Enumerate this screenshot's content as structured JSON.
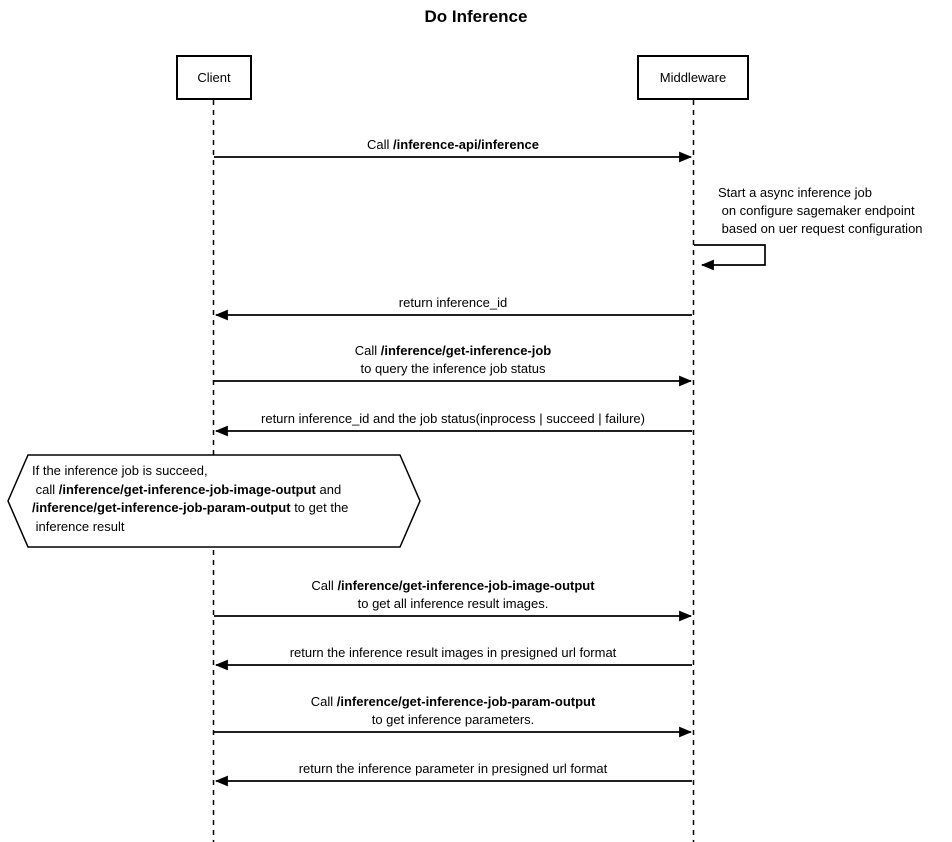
{
  "title": "Do Inference",
  "participants": {
    "client": "Client",
    "middleware": "Middleware"
  },
  "labels": {
    "m1": [
      [
        {
          "t": "Call "
        },
        {
          "t": "/inference-api/inference",
          "b": true
        }
      ]
    ],
    "self_note": [
      [
        {
          "t": "Start a async inference job"
        }
      ],
      [
        {
          "t": " on configure sagemaker endpoint"
        }
      ],
      [
        {
          "t": " based on uer request configuration"
        }
      ]
    ],
    "m2": [
      [
        {
          "t": "return inference_id"
        }
      ]
    ],
    "m3": [
      [
        {
          "t": "Call "
        },
        {
          "t": "/inference/get-inference-job",
          "b": true
        }
      ],
      [
        {
          "t": "to query the inference job status"
        }
      ]
    ],
    "m4": [
      [
        {
          "t": "return inference_id and the job status(inprocess | succeed | failure)"
        }
      ]
    ],
    "hex_note": [
      [
        {
          "t": "If the inference job is succeed,"
        }
      ],
      [
        {
          "t": " call "
        },
        {
          "t": "/inference/get-inference-job-image-output",
          "b": true
        },
        {
          "t": " and"
        }
      ],
      [
        {
          "t": "/inference/get-inference-job-param-output",
          "b": true
        },
        {
          "t": " to get the"
        }
      ],
      [
        {
          "t": " inference result"
        }
      ]
    ],
    "m5": [
      [
        {
          "t": "Call "
        },
        {
          "t": "/inference/get-inference-job-image-output",
          "b": true
        }
      ],
      [
        {
          "t": "to get all inference result images."
        }
      ]
    ],
    "m6": [
      [
        {
          "t": "return the inference result images in presigned url format"
        }
      ]
    ],
    "m7": [
      [
        {
          "t": "Call "
        },
        {
          "t": "/inference/get-inference-job-param-output",
          "b": true
        }
      ],
      [
        {
          "t": "to get inference parameters."
        }
      ]
    ],
    "m8": [
      [
        {
          "t": "return the inference parameter in presigned url format"
        }
      ]
    ]
  }
}
